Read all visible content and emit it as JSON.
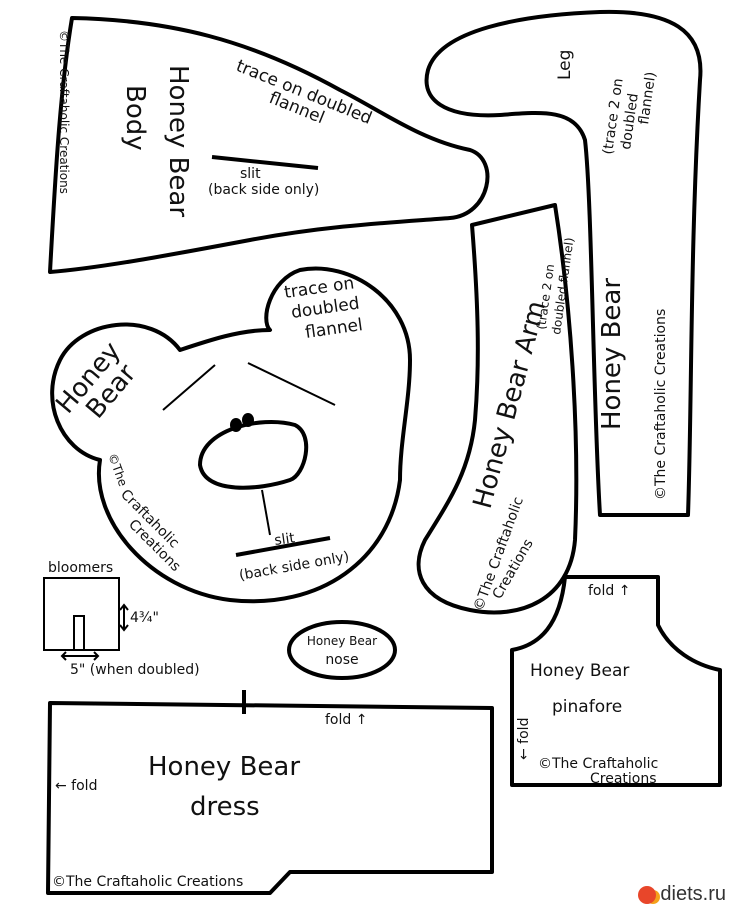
{
  "body": {
    "title1": "Honey Bear",
    "title2": "Body",
    "note1": "trace on doubled",
    "note2": "flannel",
    "slit": "slit",
    "slit_note": "(back side only)",
    "copyright": "©The Craftaholic Creations"
  },
  "leg": {
    "title": "Leg",
    "note1": "(trace 2 on",
    "note2": "doubled",
    "note3": "flannel)",
    "name": "Honey Bear",
    "copyright": "©The Craftaholic Creations"
  },
  "head": {
    "title1": "Honey",
    "title2": "Bear",
    "note1": "trace on",
    "note2": "doubled",
    "note3": "flannel",
    "slit": "slit",
    "slit_note": "(back side only)",
    "copyright1": "©The",
    "copyright2": "Craftaholic",
    "copyright3": "Creations"
  },
  "arm": {
    "title": "Honey Bear Arm",
    "note1": "(trace 2 on",
    "note2": "doubled flannel)",
    "copyright1": "©The Craftaholic",
    "copyright2": "Creations"
  },
  "bloomers": {
    "title": "bloomers",
    "height": "4¾\"",
    "width": "5\" (when doubled)"
  },
  "nose": {
    "title1": "Honey Bear",
    "title2": "nose"
  },
  "dress": {
    "title1": "Honey Bear",
    "title2": "dress",
    "fold_top": "fold ↑",
    "fold_side": "← fold",
    "copyright": "©The Craftaholic Creations"
  },
  "pinafore": {
    "title1": "Honey Bear",
    "title2": "pinafore",
    "fold_top": "fold ↑",
    "fold_side": "← fold",
    "copyright1": "©The Craftaholic",
    "copyright2": "Creations"
  },
  "watermark": {
    "label": "diets.ru"
  }
}
